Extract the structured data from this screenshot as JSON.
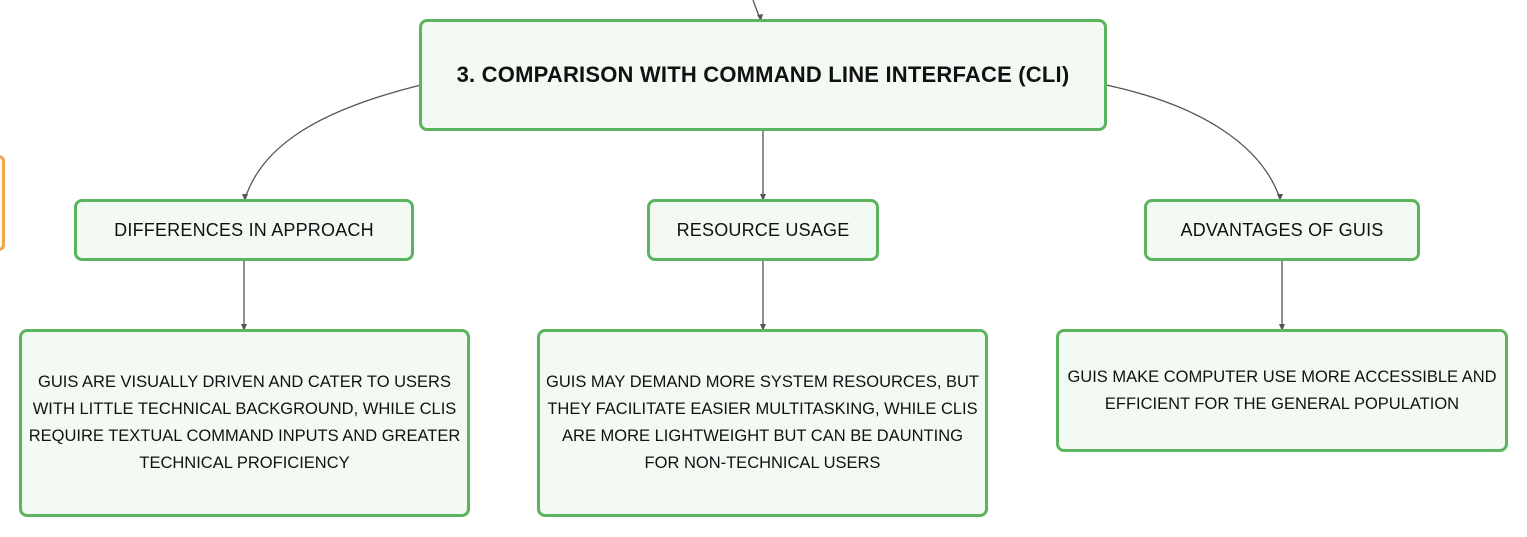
{
  "diagram": {
    "root": {
      "label": "3. COMPARISON WITH COMMAND LINE INTERFACE (CLI)"
    },
    "branches": [
      {
        "label": "DIFFERENCES IN APPROACH",
        "detail": "GUIS ARE VISUALLY DRIVEN AND CATER TO USERS WITH LITTLE TECHNICAL BACKGROUND, WHILE CLIS REQUIRE TEXTUAL COMMAND INPUTS AND GREATER TECHNICAL PROFICIENCY"
      },
      {
        "label": "RESOURCE USAGE",
        "detail": "GUIS MAY DEMAND MORE SYSTEM RESOURCES, BUT THEY FACILITATE EASIER MULTITASKING, WHILE CLIS ARE MORE LIGHTWEIGHT BUT CAN BE DAUNTING FOR NON-TECHNICAL USERS"
      },
      {
        "label": "ADVANTAGES OF GUIS",
        "detail": "GUIS MAKE COMPUTER USE MORE ACCESSIBLE AND EFFICIENT FOR THE GENERAL POPULATION"
      }
    ],
    "colors": {
      "node_border": "#5bb55f",
      "node_fill": "#f3faf3",
      "connector": "#555555",
      "offscreen_node_border": "#f0a84a"
    }
  }
}
